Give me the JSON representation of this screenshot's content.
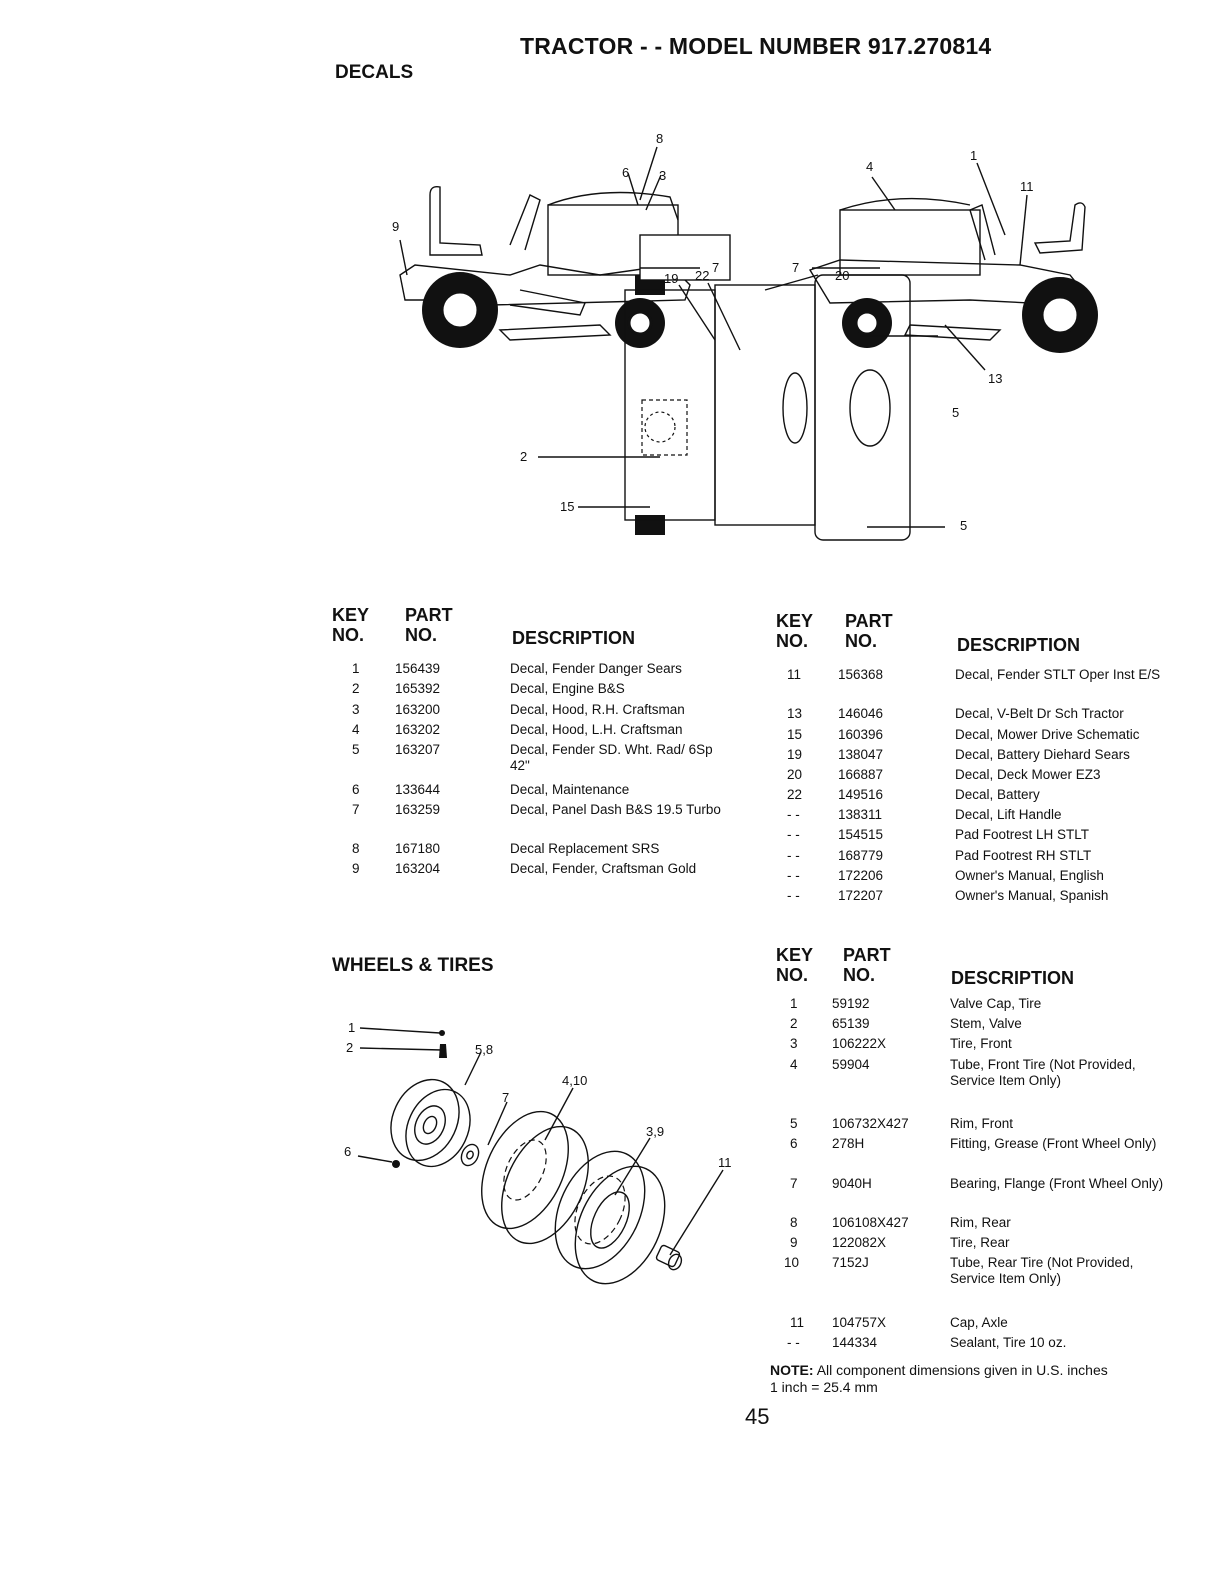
{
  "header": {
    "title": "TRACTOR - - MODEL NUMBER 917.270814",
    "section_decals": "DECALS",
    "section_wheels": "WHEELS & TIRES"
  },
  "columns": {
    "key_label": "KEY",
    "key_label2": "NO.",
    "part_label": "PART",
    "part_label2": "NO.",
    "desc_label": "DESCRIPTION"
  },
  "diagram_callouts": {
    "decals": [
      "1",
      "2",
      "3",
      "4",
      "5",
      "5",
      "6",
      "7",
      "7",
      "8",
      "9",
      "11",
      "13",
      "15",
      "19",
      "20",
      "22"
    ],
    "wheels": [
      "1",
      "2",
      "5,8",
      "6",
      "7",
      "4,10",
      "3,9",
      "11"
    ]
  },
  "decals_left": [
    {
      "key": "1",
      "part": "156439",
      "desc": "Decal, Fender Danger Sears"
    },
    {
      "key": "2",
      "part": "165392",
      "desc": "Decal, Engine B&S"
    },
    {
      "key": "3",
      "part": "163200",
      "desc": "Decal, Hood, R.H. Craftsman"
    },
    {
      "key": "4",
      "part": "163202",
      "desc": "Decal, Hood, L.H. Craftsman"
    },
    {
      "key": "5",
      "part": "163207",
      "desc": "Decal, Fender SD. Wht. Rad/ 6Sp 42\""
    },
    {
      "key": "6",
      "part": "133644",
      "desc": "Decal, Maintenance"
    },
    {
      "key": "7",
      "part": "163259",
      "desc": "Decal, Panel Dash B&S 19.5 Turbo"
    },
    {
      "key": "8",
      "part": "167180",
      "desc": "Decal Replacement SRS"
    },
    {
      "key": "9",
      "part": "163204",
      "desc": "Decal, Fender, Craftsman Gold"
    }
  ],
  "decals_right": [
    {
      "key": "11",
      "part": "156368",
      "desc": "Decal, Fender STLT Oper Inst E/S"
    },
    {
      "key": "13",
      "part": "146046",
      "desc": "Decal, V-Belt Dr Sch Tractor"
    },
    {
      "key": "15",
      "part": "160396",
      "desc": "Decal, Mower Drive Schematic"
    },
    {
      "key": "19",
      "part": "138047",
      "desc": "Decal, Battery Diehard Sears"
    },
    {
      "key": "20",
      "part": "166887",
      "desc": "Decal, Deck Mower EZ3"
    },
    {
      "key": "22",
      "part": "149516",
      "desc": "Decal, Battery"
    },
    {
      "key": "- -",
      "part": "138311",
      "desc": "Decal, Lift Handle"
    },
    {
      "key": "- -",
      "part": "154515",
      "desc": "Pad Footrest LH STLT"
    },
    {
      "key": "- -",
      "part": "168779",
      "desc": "Pad Footrest RH STLT"
    },
    {
      "key": "- -",
      "part": "172206",
      "desc": "Owner's Manual, English"
    },
    {
      "key": "- -",
      "part": "172207",
      "desc": "Owner's Manual, Spanish"
    }
  ],
  "wheels": [
    {
      "key": "1",
      "part": "59192",
      "desc": "Valve Cap, Tire"
    },
    {
      "key": "2",
      "part": "65139",
      "desc": "Stem, Valve"
    },
    {
      "key": "3",
      "part": "106222X",
      "desc": "Tire, Front"
    },
    {
      "key": "4",
      "part": "59904",
      "desc": "Tube, Front Tire (Not Provided, Service Item Only)"
    },
    {
      "key": "5",
      "part": "106732X427",
      "desc": "Rim, Front"
    },
    {
      "key": "6",
      "part": "278H",
      "desc": "Fitting, Grease (Front Wheel Only)"
    },
    {
      "key": "7",
      "part": "9040H",
      "desc": "Bearing, Flange (Front Wheel Only)"
    },
    {
      "key": "8",
      "part": "106108X427",
      "desc": "Rim, Rear"
    },
    {
      "key": "9",
      "part": "122082X",
      "desc": "Tire, Rear"
    },
    {
      "key": "10",
      "part": "7152J",
      "desc": "Tube, Rear Tire (Not Provided, Service Item Only)"
    },
    {
      "key": "11",
      "part": "104757X",
      "desc": "Cap, Axle"
    },
    {
      "key": "- -",
      "part": "144334",
      "desc": "Sealant, Tire 10 oz."
    }
  ],
  "note": {
    "label": "NOTE:",
    "text": "All component dimensions given in U.S. inches",
    "conversion": "1 inch = 25.4 mm"
  },
  "page_number": "45"
}
